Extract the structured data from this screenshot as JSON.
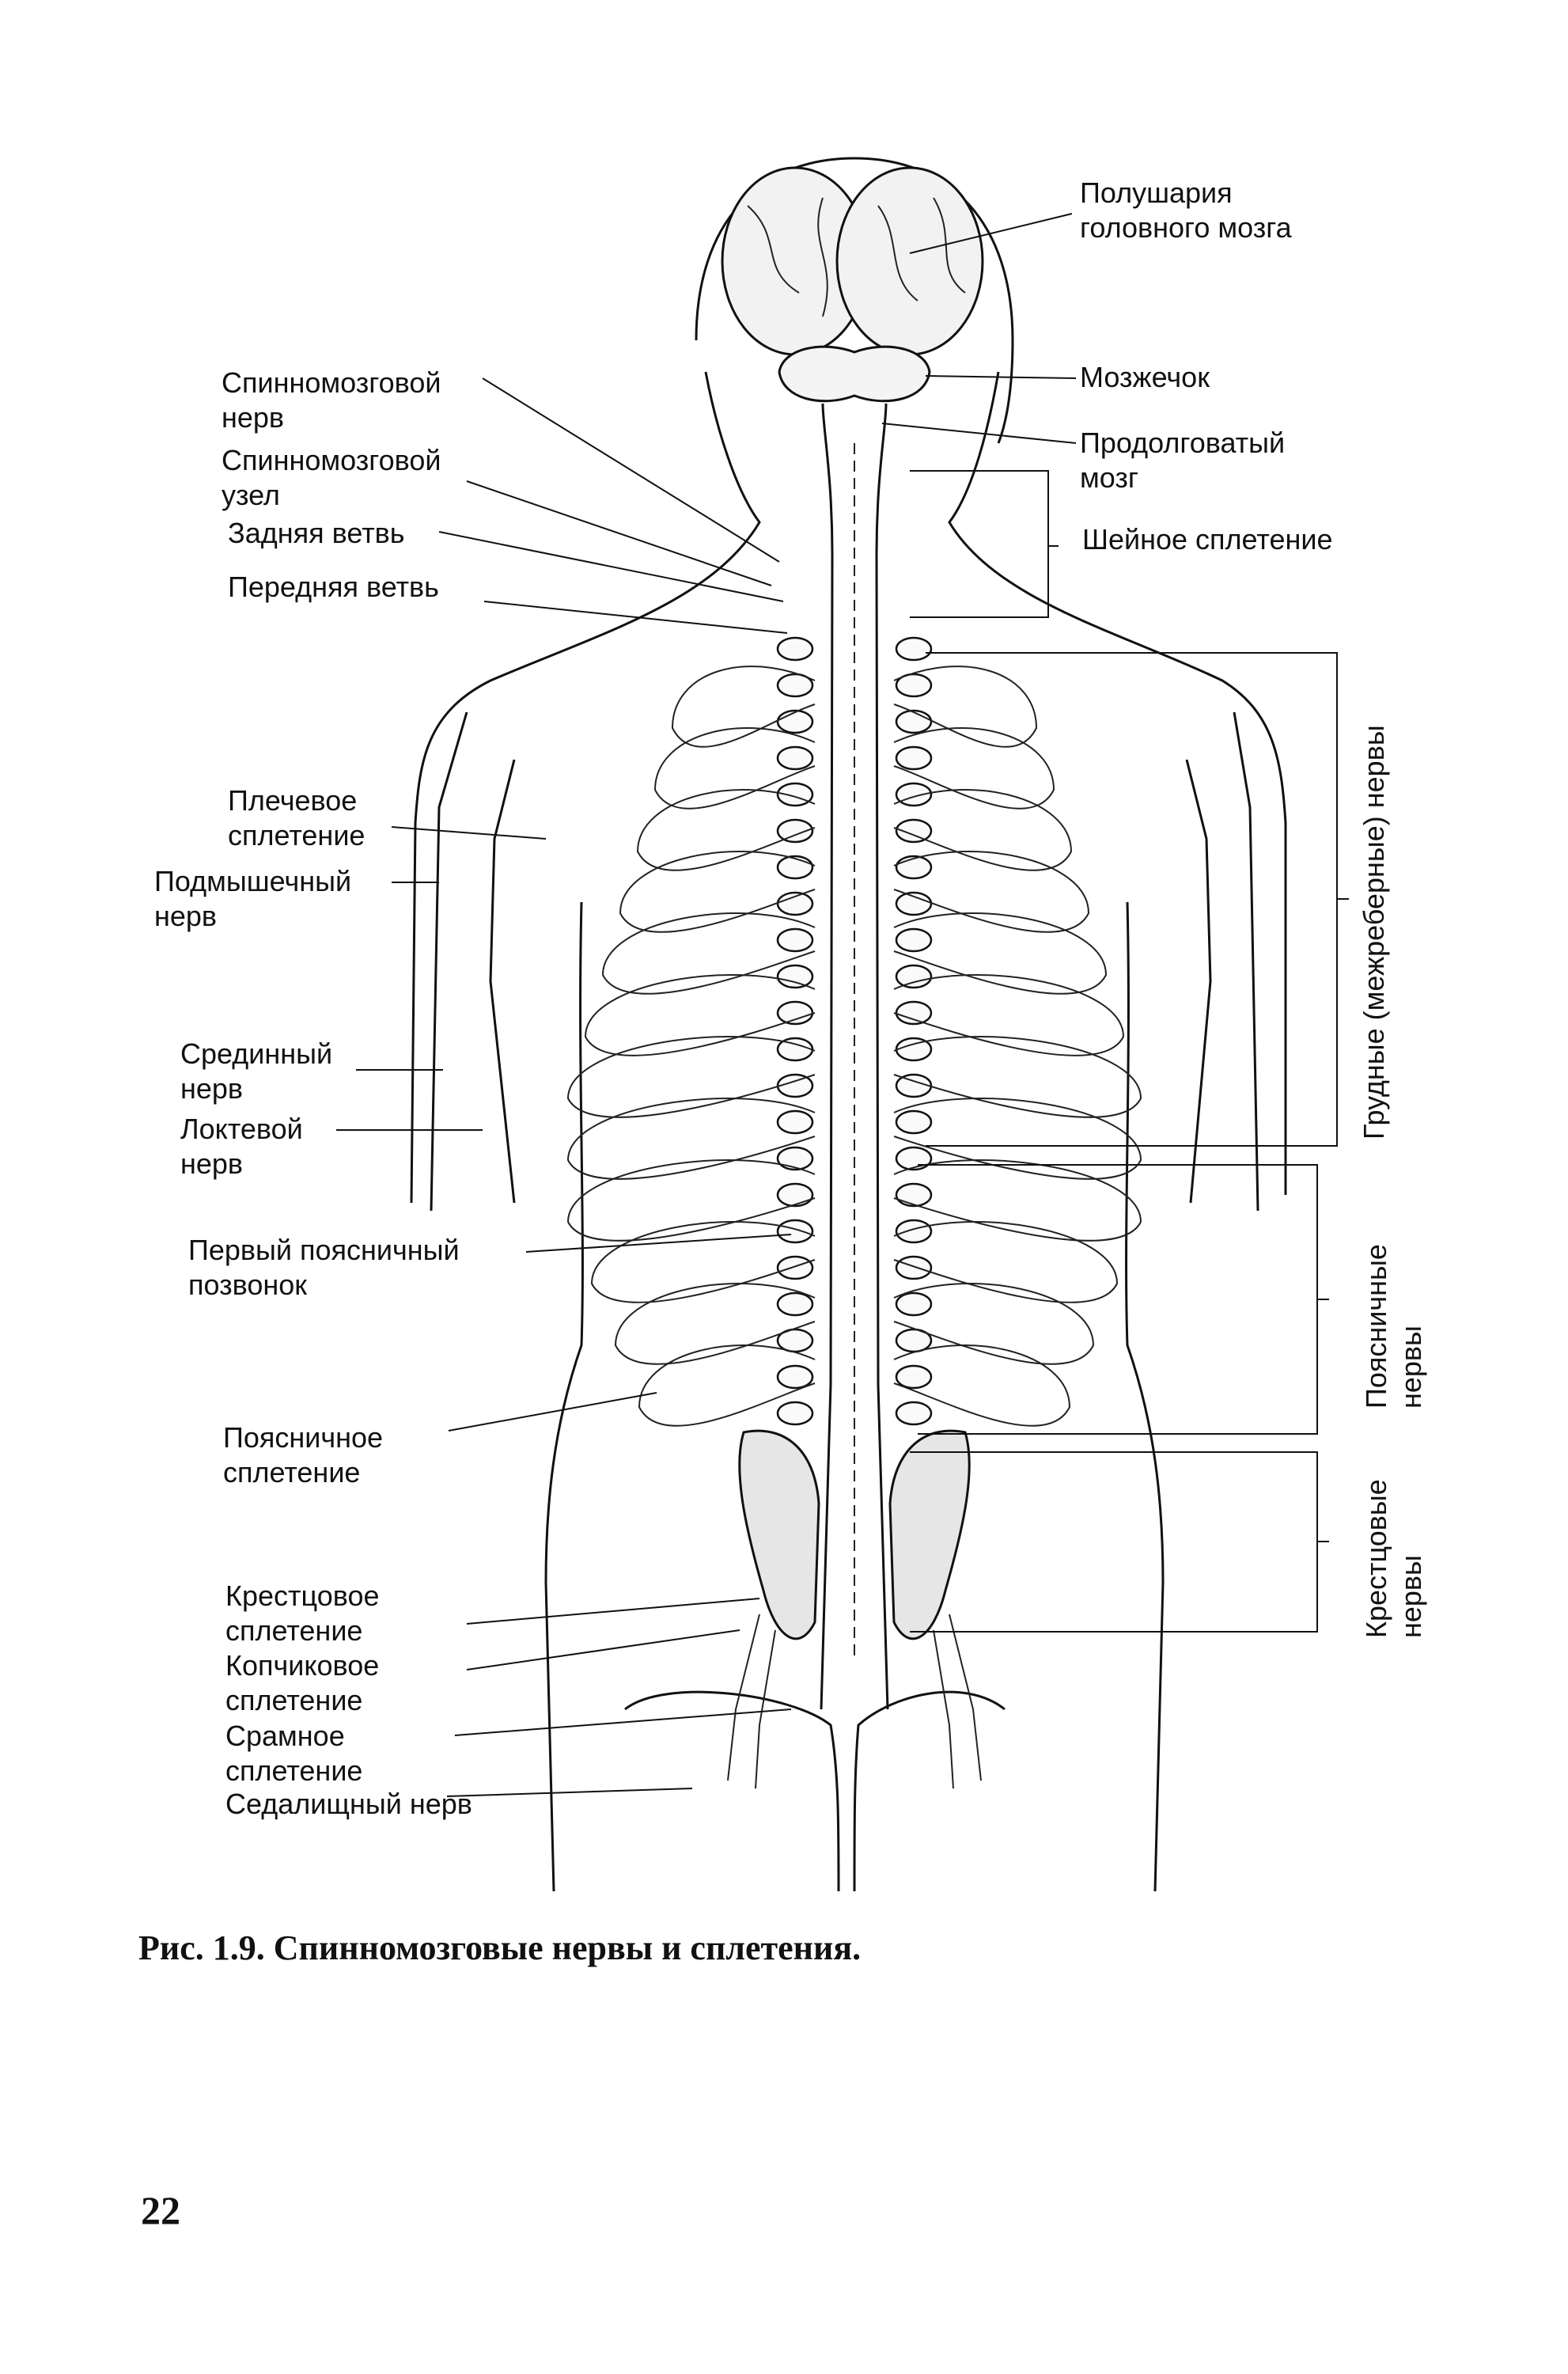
{
  "figure": {
    "caption": "Рис. 1.9. Спинномозговые нервы и сплетения.",
    "page_number": "22"
  },
  "labels_left": {
    "spinal_nerve": "Спинномозговой\nнерв",
    "spinal_ganglion": "Спинномозговой\nузел",
    "posterior_branch": "Задняя ветвь",
    "anterior_branch": "Передняя ветвь",
    "brachial_plexus": "Плечевое\nсплетение",
    "axillary_nerve": "Подмышечный\nнерв",
    "median_nerve": "Срединный\nнерв",
    "ulnar_nerve": "Локтевой\nнерв",
    "first_lumbar_vertebra": "Первый поясничный\nпозвонок",
    "lumbar_plexus": "Поясничное\nсплетение",
    "sacral_plexus": "Крестцовое\nсплетение",
    "coccygeal_plexus": "Копчиковое\nсплетение",
    "pudendal_plexus": "Срамное\nсплетение",
    "sciatic_nerve": "Седалищный нерв"
  },
  "labels_right": {
    "hemispheres": "Полушария\nголовного мозга",
    "cerebellum": "Мозжечок",
    "medulla": "Продолговатый\nмозг",
    "cervical_plexus": "Шейное сплетение"
  },
  "labels_vertical": {
    "thoracic_nerves": "Грудные (межреберные) нервы",
    "lumbar_nerves": "Поясничные\nнервы",
    "sacral_nerves": "Крестцовые\nнервы"
  }
}
